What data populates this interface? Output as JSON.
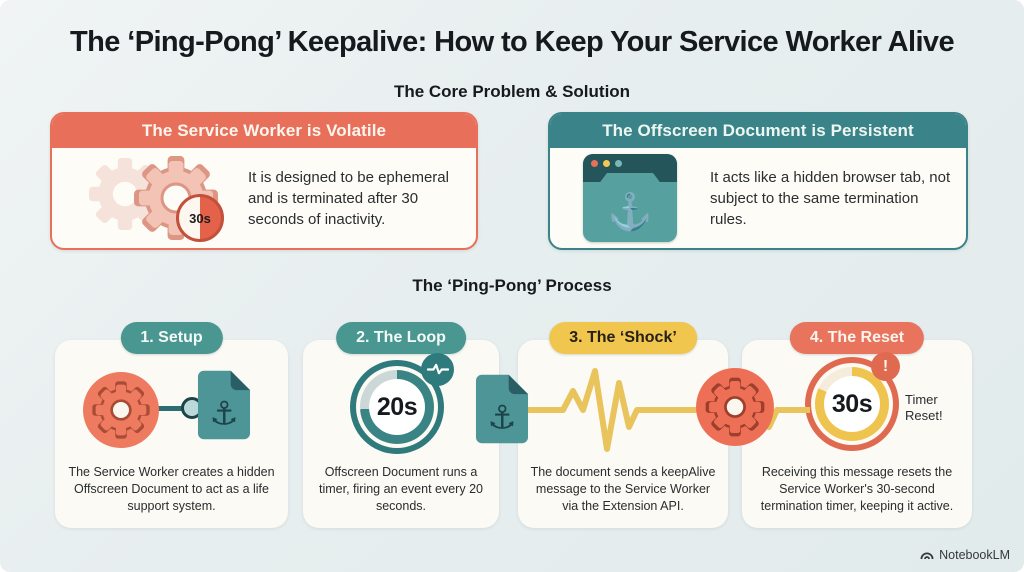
{
  "title": "The ‘Ping-Pong’ Keepalive: How to Keep Your Service Worker Alive",
  "colors": {
    "coral": "#E8705A",
    "teal": "#3A8388",
    "yellow": "#F1C64F",
    "background": "#E7EEEF",
    "card_bg": "#FBFAF4"
  },
  "sections": {
    "problem_solution": {
      "heading": "The Core Problem & Solution",
      "cards": [
        {
          "title": "The Service Worker is Volatile",
          "body": "It is designed to be ephemeral and is terminated after 30 seconds of inactivity.",
          "timer_label": "30s",
          "icon": "gears-stopwatch-icon",
          "accent": "#E8705A"
        },
        {
          "title": "The Offscreen Document is Persistent",
          "body": "It acts like a hidden browser tab, not subject to the same termination rules.",
          "icon": "browser-anchor-icon",
          "accent": "#3A8388"
        }
      ]
    },
    "process": {
      "heading": "The ‘Ping-Pong’ Process",
      "steps": [
        {
          "label": "1. Setup",
          "description": "The Service Worker creates a hidden Offscreen Document to act as a life support system.",
          "pill_color": "#4A9791",
          "icon": "gear-to-document-icon"
        },
        {
          "label": "2. The Loop",
          "timer_label": "20s",
          "badge_icon": "pulse-icon",
          "description": "Offscreen Document runs a timer, firing an event every 20 seconds.",
          "pill_color": "#4A9791",
          "icon": "ring-timer-icon"
        },
        {
          "label": "3. The ‘Shock’",
          "description": "The document sends a keepAlive message to the Service Worker via the Extension API.",
          "pill_color": "#F1C64F",
          "icon": "ekg-pulse-to-gear-icon"
        },
        {
          "label": "4. The Reset",
          "timer_label": "30s",
          "badge": "!",
          "timer_note": "Timer Reset!",
          "description": "Receiving this message resets the Service Worker's 30-second termination timer, keeping it active.",
          "pill_color": "#E8745D",
          "icon": "ring-timer-alert-icon"
        }
      ]
    }
  },
  "watermark": "NotebookLM"
}
